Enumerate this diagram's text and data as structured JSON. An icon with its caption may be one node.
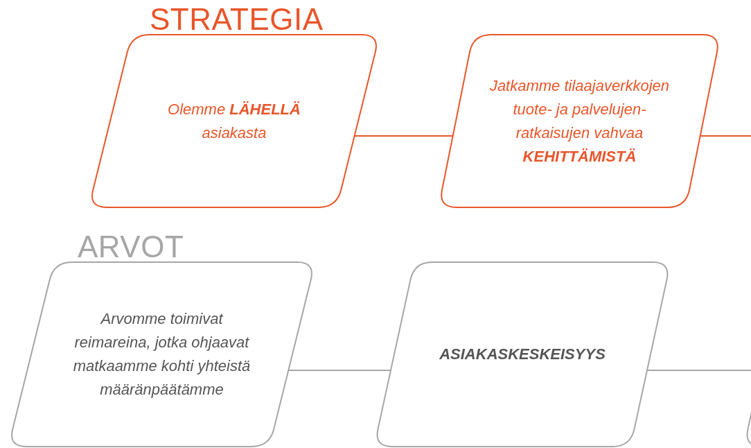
{
  "diagram": {
    "nodes": [
      {
        "text": [
          "STRATEGIA",
          "Olemme **LÄHELLÄ** asiakasta"
        ]
      },
      {
        "text": [
          "Jatkamme tilaajaverkkojen tuote- ja palvelujen- ratkaisujen vahvaa **KEHITTÄMISTÄ**"
        ]
      },
      {
        "text": [
          "ARVOT",
          "Arvomme toimivat reimareina, jotka ohjaavat matkaamme kohti yhteistä määränpäätämme"
        ]
      },
      {
        "text": [
          "ASIAKASKESKEISYYS"
        ]
      },
      {
        "text": [],
        "shape": "box"
      }
    ],
    "edges": [
      {
        "from": 0,
        "to": 1,
        "arrow": "none",
        "color": "#e8562a"
      },
      {
        "from": 1,
        "to": null,
        "arrow": "none",
        "color": "#e8562a"
      },
      {
        "from": 2,
        "to": 3,
        "arrow": "none",
        "color": "#a6a6a6"
      },
      {
        "from": 3,
        "to": 4,
        "arrow": "none",
        "color": "#a6a6a6"
      }
    ]
  }
}
